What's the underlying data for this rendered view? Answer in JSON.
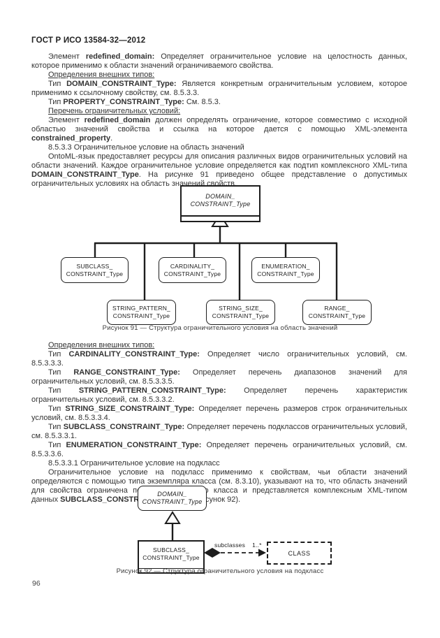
{
  "header": {
    "title": "ГОСТ Р ИСО 13584-32—2012"
  },
  "page_number": "96",
  "section1": [
    {
      "runs": [
        {
          "t": "Элемент "
        },
        {
          "t": "redefined_domain:",
          "b": true
        },
        {
          "t": " Определяет ограничительное условие на целостность данных, которое применимо к области значений ограничиваемого свойства."
        }
      ]
    },
    {
      "runs": [
        {
          "t": "Определения внешних типов:",
          "u": true
        }
      ]
    },
    {
      "runs": [
        {
          "t": "Тип "
        },
        {
          "t": "DOMAIN_CONSTRAINT_Type:",
          "b": true
        },
        {
          "t": " Является конкретным ограничительным условием, которое применимо к ссылочному свойству, см. 8.5.3.3."
        }
      ]
    },
    {
      "runs": [
        {
          "t": "Тип "
        },
        {
          "t": "PROPERTY_CONSTRAINT_Type:",
          "b": true
        },
        {
          "t": " См. 8.5.3."
        }
      ]
    },
    {
      "runs": [
        {
          "t": "Перечень ограничительных условий:",
          "u": true
        }
      ]
    },
    {
      "runs": [
        {
          "t": "Элемент "
        },
        {
          "t": "redefined_domain",
          "b": true
        },
        {
          "t": " должен определять ограничение, которое совместимо с исходной областью значений свойства и ссылка на которое дается с помощью XML-элемента "
        },
        {
          "t": "constrained_property",
          "b": true
        },
        {
          "t": "."
        }
      ]
    },
    {
      "runs": [
        {
          "t": "8.5.3.3 Ограничительное условие на область значений"
        }
      ]
    },
    {
      "runs": [
        {
          "t": "OntoML-язык предоставляет ресурсы для описания различных видов ограничительных условий на области значений. Каждое ограничительное условие определяется как подтип комплексного XML-типа "
        },
        {
          "t": "DOMAIN_CONSTRAINT_Type",
          "b": true
        },
        {
          "t": ". На рисунке 91 приведено общее представление о допустимых ограничительных условиях на область значений свойств."
        }
      ]
    }
  ],
  "figure91": {
    "root": {
      "line1": "DOMAIN_",
      "line2": "CONSTRAINT_Type"
    },
    "subclass": {
      "line1": "SUBCLASS_",
      "line2": "CONSTRAINT_Type"
    },
    "cardinality": {
      "line1": "CARDINALITY_",
      "line2": "CONSTRAINT_Type"
    },
    "enumeration": {
      "line1": "ENUMERATION_",
      "line2": "CONSTRAINT_Type"
    },
    "string_pattern": {
      "line1": "STRING_PATTERN_",
      "line2": "CONSTRAINT_Type"
    },
    "string_size": {
      "line1": "STRING_SIZE_",
      "line2": "CONSTRAINT_Type"
    },
    "range": {
      "line1": "RANGE_",
      "line2": "CONSTRAINT_Type"
    },
    "caption": "Рисунок 91 — Структура ограничительного условия на область значений"
  },
  "section2": [
    {
      "runs": [
        {
          "t": "Определения внешних типов:",
          "u": true
        }
      ]
    },
    {
      "runs": [
        {
          "t": "Тип "
        },
        {
          "t": "CARDINALITY_CONSTRAINT_Type:",
          "b": true
        },
        {
          "t": " Определяет число ограничительных условий, см. 8.5.3.3.3."
        }
      ]
    },
    {
      "runs": [
        {
          "t": "Тип "
        },
        {
          "t": "RANGE_CONSTRAINT_Type:",
          "b": true
        },
        {
          "t": " Определяет перечень диапазонов значений для ограничительных условий, см. 8.5.3.3.5."
        }
      ]
    },
    {
      "runs": [
        {
          "t": "Тип "
        },
        {
          "t": "STRING_PATTERN_CONSTRAINT_Type:",
          "b": true
        },
        {
          "t": " Определяет перечень характеристик ограничительных условий, см. 8.5.3.3.2."
        }
      ]
    },
    {
      "runs": [
        {
          "t": "Тип "
        },
        {
          "t": "STRING_SIZE_CONSTRAINT_Type:",
          "b": true
        },
        {
          "t": " Определяет перечень размеров строк ограничительных условий, см. 8.5.3.3.4."
        }
      ]
    },
    {
      "runs": [
        {
          "t": "Тип "
        },
        {
          "t": "SUBCLASS_CONSTRAINT_Type:",
          "b": true
        },
        {
          "t": " Определяет перечень подклассов ограничительных условий, см. 8.5.3.3.1."
        }
      ]
    },
    {
      "runs": [
        {
          "t": "Тип "
        },
        {
          "t": "ENUMERATION_CONSTRAINT_Type:",
          "b": true
        },
        {
          "t": " Определяет перечень ограничительных условий, см. 8.5.3.3.6."
        }
      ]
    },
    {
      "runs": [
        {
          "t": "8.5.3.3.1 Ограничительное условие на подкласс"
        }
      ]
    },
    {
      "runs": [
        {
          "t": "Ограничительное условие на подкласс применимо к свойствам, чьи области значений определяются с помощью типа экземпляра класса (см. 8.3.10), указывают на то, что область значений для свойства ограничена подклассом данного класса и представляется комплексным XML-типом данных "
        },
        {
          "t": "SUBCLASS_CONSTRAINT_Type",
          "b": true
        },
        {
          "t": " (см. рисунок 92)."
        }
      ]
    }
  ],
  "figure92": {
    "parent": {
      "line1": "DOMAIN_",
      "line2": "CONSTRAINT_Type"
    },
    "child": {
      "line1": "SUBCLASS_",
      "line2": "CONSTRAINT_Type"
    },
    "association_label": "subclasses",
    "multiplicity": "1..*",
    "target_class": "CLASS",
    "caption": "Рисунок 92 — Структура ограничительного условия на подкласс"
  },
  "colors": {
    "line": "#1d1d1d",
    "text": "#333333"
  }
}
